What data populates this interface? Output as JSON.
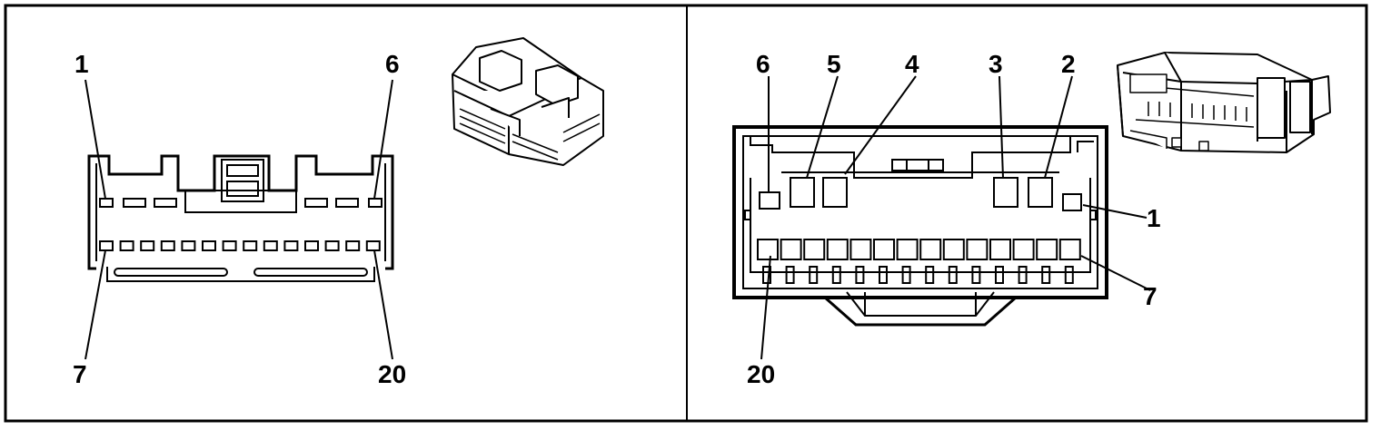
{
  "left_panel": {
    "labels": {
      "top_left": "1",
      "top_right": "6",
      "bottom_left": "7",
      "bottom_right": "20"
    }
  },
  "right_panel": {
    "labels": {
      "top": [
        "6",
        "5",
        "4",
        "3",
        "2"
      ],
      "right_upper": "1",
      "right_lower": "7",
      "bottom_left": "20"
    }
  }
}
